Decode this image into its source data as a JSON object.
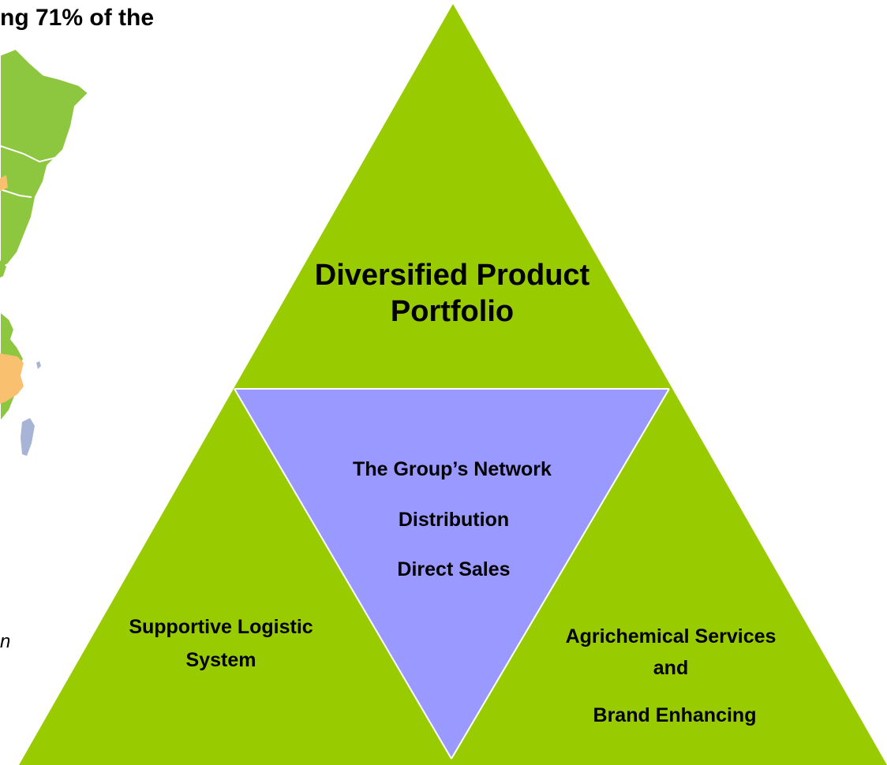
{
  "headline": "ng 71% of the",
  "side_caption": "n",
  "triangle": {
    "top_label": "Diversified Product Portfolio",
    "center_lines": [
      "The Group’s Network",
      "Distribution",
      "Direct Sales"
    ],
    "left_label": "Supportive Logistic System",
    "right_label_line1": "Agrichemical Services and",
    "right_label_line2": "Brand Enhancing"
  },
  "colors": {
    "green": "#99cc00",
    "purple": "#9999ff",
    "map_green": "#8dc63f",
    "map_orange": "#f9c16f",
    "map_blue": "#a8b4d6"
  }
}
